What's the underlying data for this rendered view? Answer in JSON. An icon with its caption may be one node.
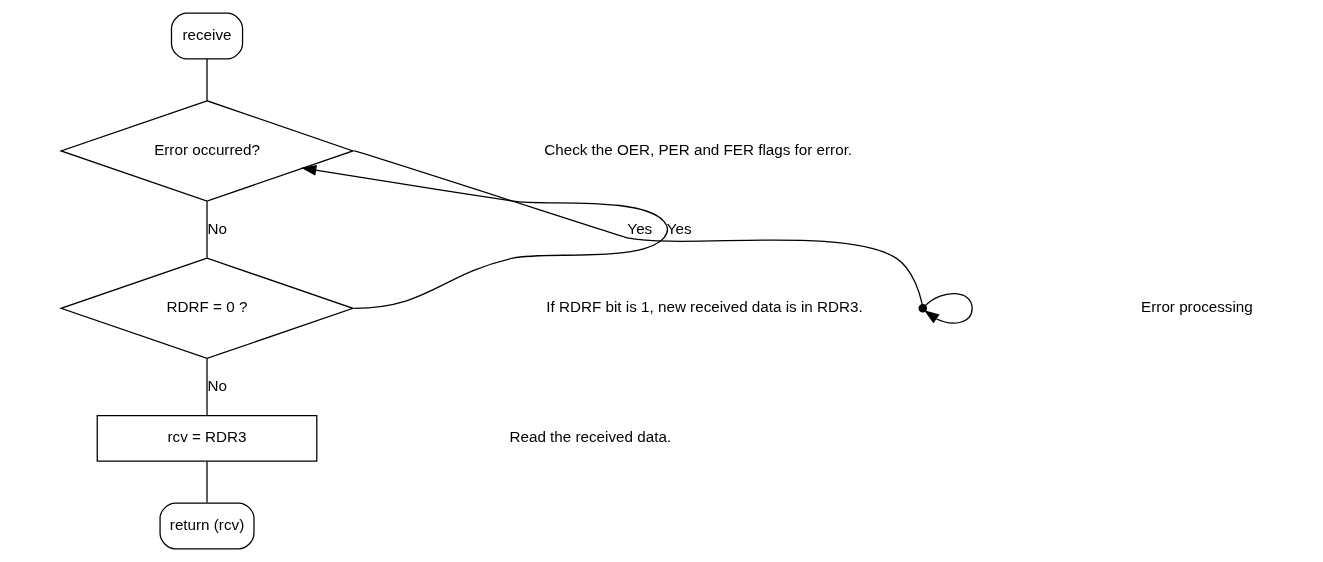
{
  "diagram": {
    "nodes": [
      {
        "text": [
          "receive"
        ]
      },
      {
        "text": [
          "Error occurred?"
        ]
      },
      {
        "text": [
          "RDRF = 0 ?"
        ]
      },
      {
        "text": [
          "rcv = RDR3"
        ]
      },
      {
        "text": [
          "return (rcv)"
        ]
      },
      {
        "text": [],
        "shape": "point"
      }
    ],
    "edges": [
      {
        "from": 0,
        "to": 1,
        "arrow": "none"
      },
      {
        "from": 1,
        "to": 5,
        "arrow": "none",
        "label": "Yes"
      },
      {
        "from": 5,
        "to": 5,
        "arrow": "to"
      },
      {
        "from": 1,
        "to": 2,
        "arrow": "none",
        "label": "No"
      },
      {
        "from": 2,
        "to": 1,
        "arrow": "to",
        "label": "Yes"
      },
      {
        "from": 2,
        "to": 3,
        "arrow": "none",
        "label": "No"
      },
      {
        "from": 3,
        "to": 4,
        "arrow": "none"
      }
    ],
    "labels": [
      "Check the OER, PER and FER flags for error.",
      "Error processing",
      "If RDRF bit is 1, new received data is in RDR3.",
      "Read the received data."
    ]
  }
}
